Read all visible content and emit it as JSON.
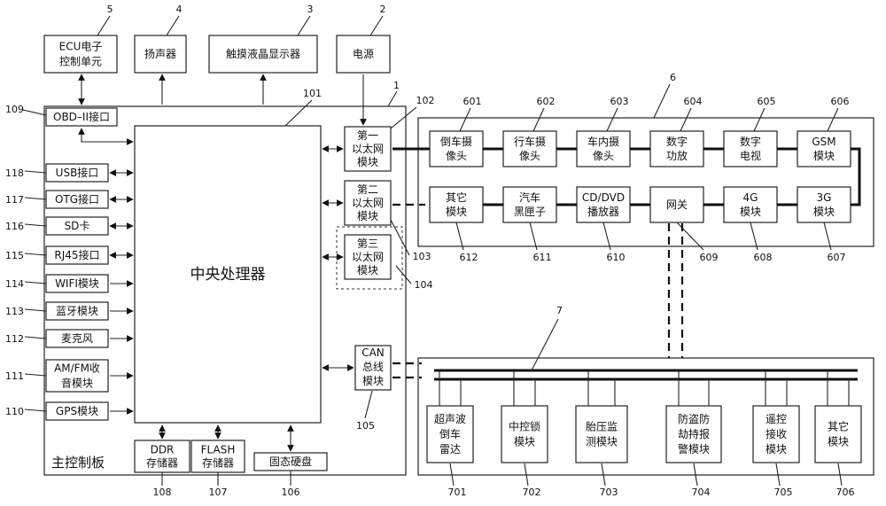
{
  "main_board": {
    "label": "主控制板",
    "cpu": "中央处理器",
    "cpu_num": "101",
    "board_num": "1"
  },
  "top_devices": [
    {
      "num": "5",
      "lines": [
        "ECU电子",
        "控制单元"
      ]
    },
    {
      "num": "4",
      "lines": [
        "扬声器"
      ]
    },
    {
      "num": "3",
      "lines": [
        "触摸液晶显示器"
      ]
    },
    {
      "num": "2",
      "lines": [
        "电源"
      ]
    }
  ],
  "obd": {
    "num": "109",
    "label": "OBD–II接口"
  },
  "left_interfaces": [
    {
      "num": "118",
      "lines": [
        "USB接口"
      ]
    },
    {
      "num": "117",
      "lines": [
        "OTG接口"
      ]
    },
    {
      "num": "116",
      "lines": [
        "SD卡"
      ]
    },
    {
      "num": "115",
      "lines": [
        "RJ45接口"
      ]
    },
    {
      "num": "114",
      "lines": [
        "WIFI模块"
      ]
    },
    {
      "num": "113",
      "lines": [
        "蓝牙模块"
      ]
    },
    {
      "num": "112",
      "lines": [
        "麦克风"
      ]
    },
    {
      "num": "111",
      "lines": [
        "AM/FM收",
        "音模块"
      ]
    },
    {
      "num": "110",
      "lines": [
        "GPS模块"
      ]
    }
  ],
  "ethernet_modules": [
    {
      "num": "102",
      "lines": [
        "第一",
        "以太网",
        "模块"
      ]
    },
    {
      "num": "103",
      "lines": [
        "第二",
        "以太网",
        "模块"
      ]
    },
    {
      "num": "104",
      "lines": [
        "第三",
        "以太网",
        "模块"
      ]
    }
  ],
  "can_module": {
    "num": "105",
    "lines": [
      "CAN",
      "总线",
      "模块"
    ]
  },
  "memories": [
    {
      "num": "108",
      "lines": [
        "DDR",
        "存储器"
      ]
    },
    {
      "num": "107",
      "lines": [
        "FLASH",
        "存储器"
      ]
    },
    {
      "num": "106",
      "lines": [
        "固态硬盘"
      ]
    }
  ],
  "ethernet_net": {
    "num": "6",
    "top_row": [
      {
        "num": "601",
        "lines": [
          "倒车摄",
          "像头"
        ]
      },
      {
        "num": "602",
        "lines": [
          "行车摄",
          "像头"
        ]
      },
      {
        "num": "603",
        "lines": [
          "车内摄",
          "像头"
        ]
      },
      {
        "num": "604",
        "lines": [
          "数字",
          "功放"
        ]
      },
      {
        "num": "605",
        "lines": [
          "数字",
          "电视"
        ]
      },
      {
        "num": "606",
        "lines": [
          "GSM",
          "模块"
        ]
      }
    ],
    "bottom_row": [
      {
        "num": "612",
        "lines": [
          "其它",
          "模块"
        ]
      },
      {
        "num": "611",
        "lines": [
          "汽车",
          "黑匣子"
        ]
      },
      {
        "num": "610",
        "lines": [
          "CD/DVD",
          "播放器"
        ]
      },
      {
        "num": "609",
        "lines": [
          "网关"
        ]
      },
      {
        "num": "608",
        "lines": [
          "4G",
          "模块"
        ]
      },
      {
        "num": "607",
        "lines": [
          "3G",
          "模块"
        ]
      }
    ]
  },
  "can_net": {
    "num": "7",
    "modules": [
      {
        "num": "701",
        "lines": [
          "超声波",
          "倒车",
          "雷达"
        ]
      },
      {
        "num": "702",
        "lines": [
          "中控锁",
          "模块"
        ]
      },
      {
        "num": "703",
        "lines": [
          "胎压监",
          "测模块"
        ]
      },
      {
        "num": "704",
        "lines": [
          "防盗防",
          "劫持报",
          "警模块"
        ]
      },
      {
        "num": "705",
        "lines": [
          "遥控",
          "接收",
          "模块"
        ]
      },
      {
        "num": "706",
        "lines": [
          "其它",
          "模块"
        ]
      }
    ]
  }
}
